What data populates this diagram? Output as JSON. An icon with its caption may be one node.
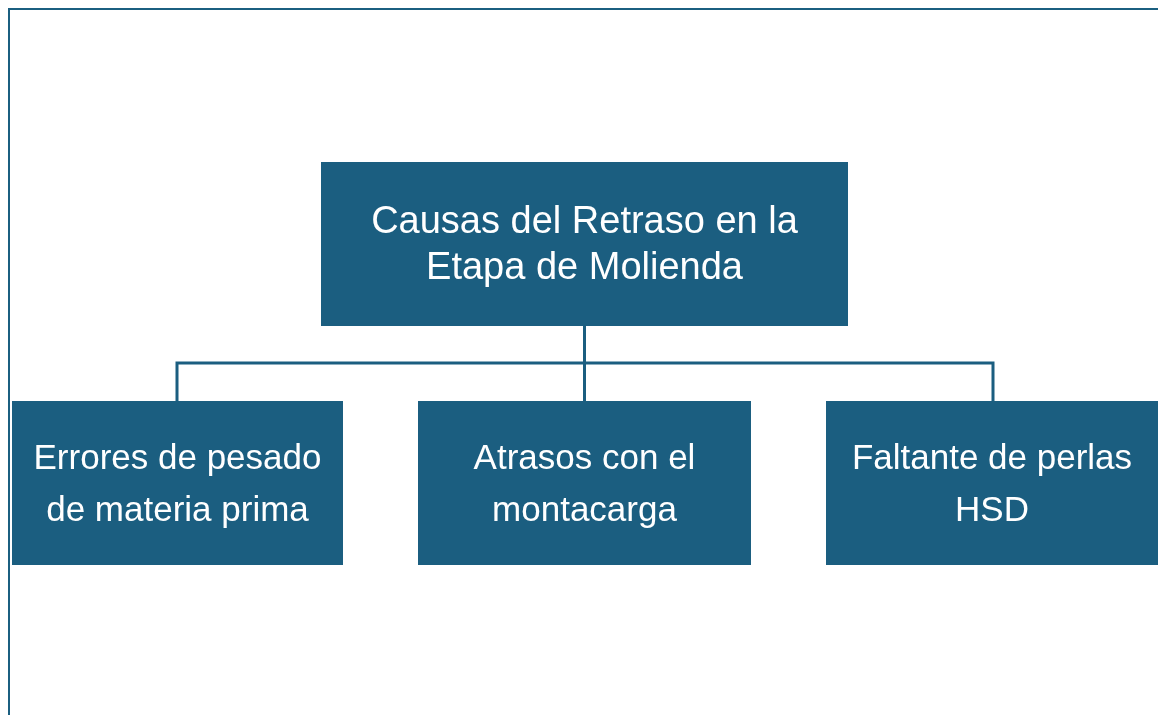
{
  "diagram": {
    "nodes": [
      {
        "text": [
          "Causas del Retraso en la Etapa de Molienda"
        ]
      },
      {
        "text": [
          "Errores de pesado de materia prima"
        ]
      },
      {
        "text": [
          "Atrasos con el montacarga"
        ]
      },
      {
        "text": [
          "Faltante de perlas HSD"
        ]
      }
    ],
    "edges": [
      {
        "from": 0,
        "to": 1,
        "arrow": "none"
      },
      {
        "from": 0,
        "to": 2,
        "arrow": "none"
      },
      {
        "from": 0,
        "to": 3,
        "arrow": "none"
      }
    ]
  }
}
